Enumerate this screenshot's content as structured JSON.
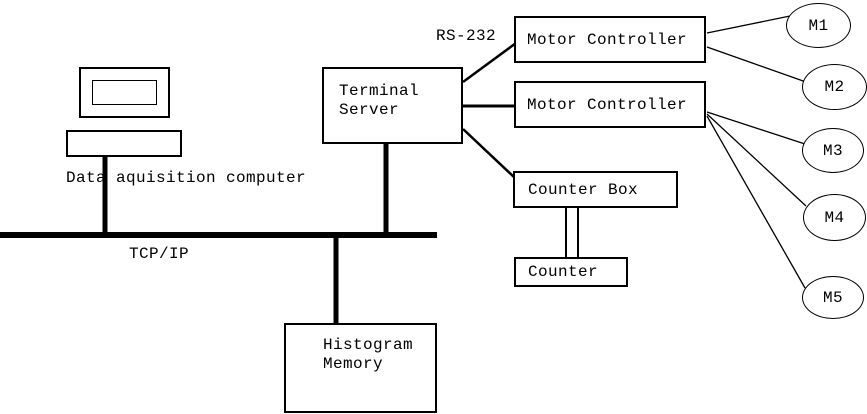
{
  "diagram": {
    "computer_label": "Data aquisition computer",
    "bus_label": "TCP/IP",
    "serial_label": "RS-232",
    "terminal_server": "Terminal\nServer",
    "motor_controller_1": "Motor Controller",
    "motor_controller_2": "Motor Controller",
    "counter_box": "Counter Box",
    "counter": "Counter",
    "histogram_memory": "Histogram\nMemory",
    "motors": [
      "M1",
      "M2",
      "M3",
      "M4",
      "M5"
    ],
    "colors": {
      "stroke": "#000000",
      "background": "#ffffff"
    }
  }
}
